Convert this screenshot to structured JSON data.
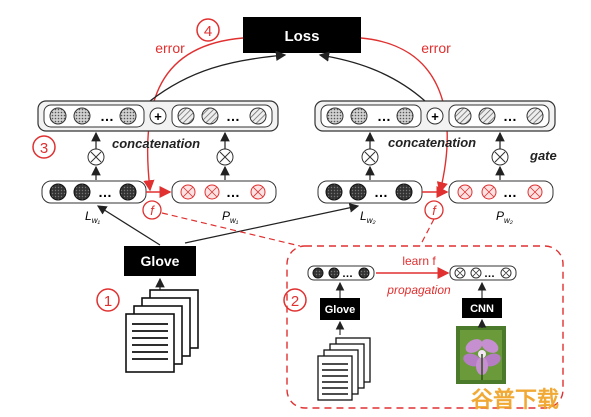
{
  "boxes": {
    "loss": "Loss",
    "glove_main": "Glove",
    "glove_small": "Glove",
    "cnn": "CNN"
  },
  "labels": {
    "error_left": "error",
    "error_right": "error",
    "concat_left": "concatenation",
    "concat_right": "concatenation",
    "gate": "gate",
    "f_left": "f",
    "f_right": "f",
    "learn_f": "learn f",
    "propagation": "propagation",
    "lw1": "L",
    "lw1_sub": "w₁",
    "pw1": "P",
    "pw1_sub": "w₁",
    "lw2": "L",
    "lw2_sub": "w₂",
    "pw2": "P",
    "pw2_sub": "w₂",
    "ellipsis": "…"
  },
  "steps": [
    "1",
    "2",
    "3",
    "4"
  ],
  "watermark": "谷普下载",
  "colors": {
    "accent_red": "#e03030",
    "box_dark": "#000000",
    "watermark": "#f0a020"
  }
}
